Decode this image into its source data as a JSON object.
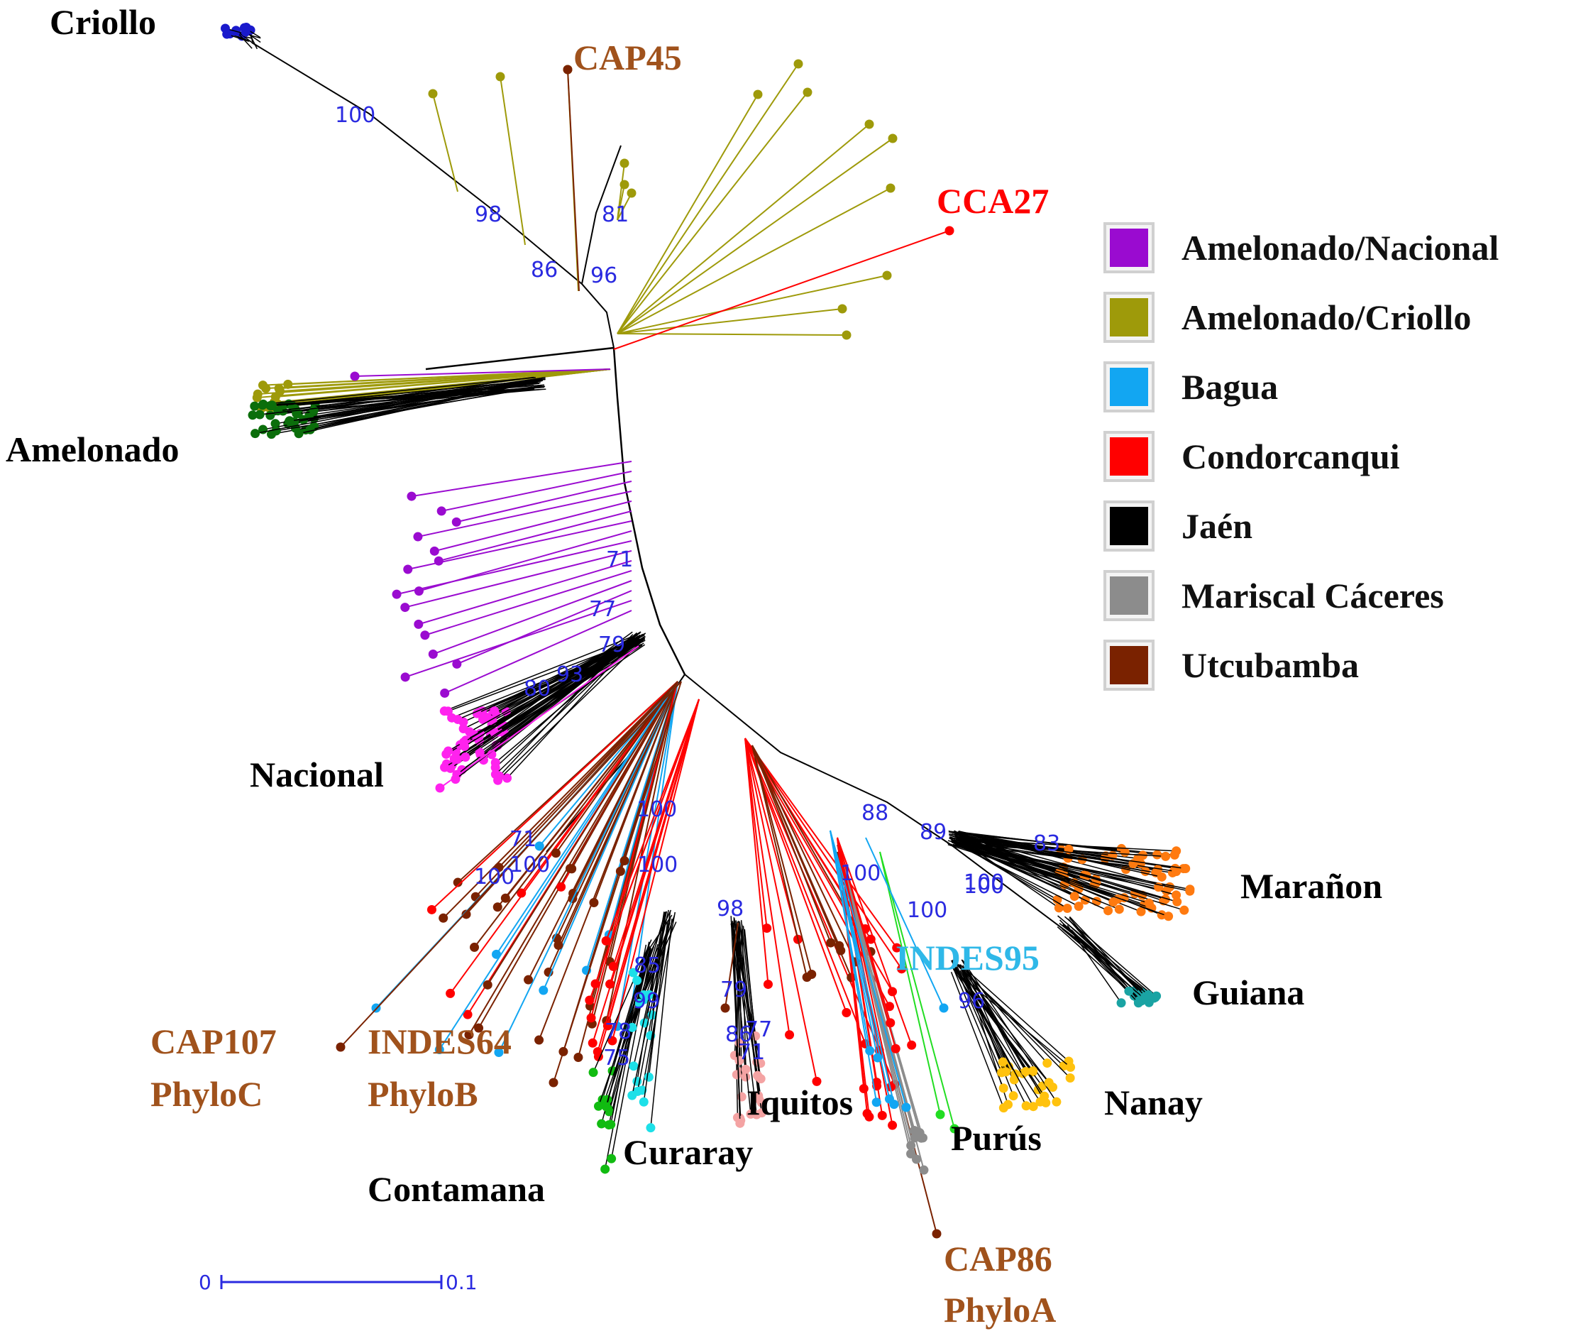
{
  "legend": {
    "items": [
      {
        "label": "Amelonado/Nacional",
        "color": "#9a0bd0"
      },
      {
        "label": "Amelonado/Criollo",
        "color": "#9e9a0a"
      },
      {
        "label": "Bagua",
        "color": "#12a6f2"
      },
      {
        "label": "Condorcanqui",
        "color": "#ff0000"
      },
      {
        "label": "Jaén",
        "color": "#000000"
      },
      {
        "label": "Mariscal Cáceres",
        "color": "#8c8c8c"
      },
      {
        "label": "Utcubamba",
        "color": "#7a2200"
      }
    ]
  },
  "groups": {
    "criollo": {
      "label": "Criollo",
      "color": "#1a1acc"
    },
    "amelonado": {
      "label": "Amelonado",
      "color": "#0b6e0b"
    },
    "nacional": {
      "label": "Nacional",
      "color": "#ff22ee"
    },
    "maranon": {
      "label": "Marañon",
      "color": "#ff7a10"
    },
    "guiana": {
      "label": "Guiana",
      "color": "#1aa3a3"
    },
    "nanay": {
      "label": "Nanay",
      "color": "#ffc20e"
    },
    "purus": {
      "label": "Purús",
      "color": "#22dd22"
    },
    "iquitos": {
      "label": "Iquitos",
      "color": "#f4a3a3"
    },
    "curaray": {
      "label": "Curaray",
      "color": "#1de0e8"
    },
    "contamana": {
      "label": "Contamana",
      "color": "#11bb11"
    }
  },
  "highlights": {
    "cap45": {
      "label": "CAP45"
    },
    "cca27": {
      "label": "CCA27"
    },
    "indes95": {
      "label": "INDES95"
    },
    "cap107": {
      "line1": "CAP107",
      "line2": "PhyloC"
    },
    "indes64": {
      "line1": "INDES64",
      "line2": "PhyloB"
    },
    "cap86": {
      "line1": "CAP86",
      "line2": "PhyloA"
    }
  },
  "bootstrap": [
    "100",
    "98",
    "86",
    "96",
    "81",
    "71",
    "77",
    "79",
    "93",
    "80",
    "100",
    "100",
    "71",
    "100",
    "98",
    "100",
    "100",
    "88",
    "89",
    "100",
    "83",
    "85",
    "99",
    "78",
    "75",
    "79",
    "86",
    "77",
    "71",
    "96",
    "100",
    "100"
  ],
  "scale": {
    "min": "0",
    "max": "0.1"
  }
}
